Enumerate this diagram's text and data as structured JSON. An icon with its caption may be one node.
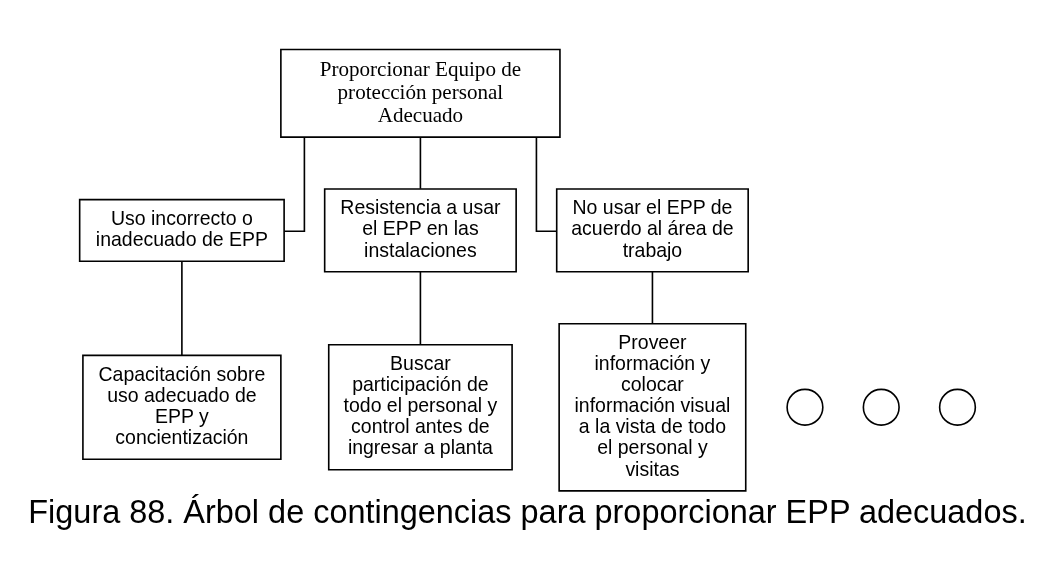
{
  "diagram": {
    "caption": "Figura 88. Árbol de contingencias para proporcionar EPP adecuados.",
    "nodes": [
      {
        "text": [
          "Proporcionar Equipo de protección personal Adecuado"
        ]
      },
      {
        "text": [
          "Uso incorrecto o inadecuado de EPP"
        ]
      },
      {
        "text": [
          "Resistencia a usar el EPP en las instalaciones"
        ]
      },
      {
        "text": [
          "No usar el EPP de acuerdo al área de trabajo"
        ]
      },
      {
        "text": [],
        "shape": "circle"
      },
      {
        "text": [
          "Capacitación sobre uso adecuado de EPP y concientización"
        ]
      },
      {
        "text": [],
        "shape": "circle"
      },
      {
        "text": [
          "Buscar participación de todo el personal y control antes de ingresar a planta"
        ]
      },
      {
        "text": [],
        "shape": "circle"
      },
      {
        "text": [
          "Proveer información y colocar información visual a la vista de todo el personal y visitas"
        ]
      }
    ],
    "edges": [
      {
        "from": 0,
        "to": 1,
        "arrow": "none"
      },
      {
        "from": 0,
        "to": 2,
        "arrow": "none"
      },
      {
        "from": 0,
        "to": 3,
        "arrow": "none"
      },
      {
        "from": 1,
        "to": 5,
        "arrow": "none"
      },
      {
        "from": 2,
        "to": 7,
        "arrow": "none"
      },
      {
        "from": 3,
        "to": 9,
        "arrow": "none"
      }
    ]
  }
}
